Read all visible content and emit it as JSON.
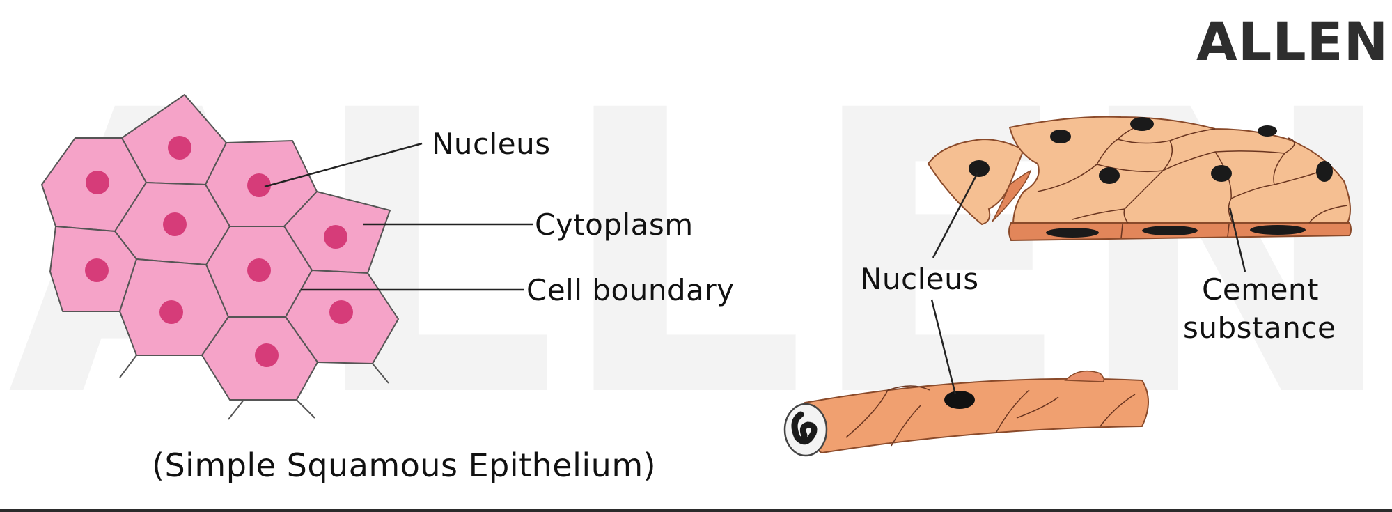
{
  "brand": {
    "text": "ALLEN",
    "color": "#2e2e2e",
    "watermark_text": "ALLEN"
  },
  "left_diagram": {
    "labels": {
      "nucleus": "Nucleus",
      "cytoplasm": "Cytoplasm",
      "cell_boundary": "Cell boundary"
    },
    "caption": "(Simple Squamous Epithelium)",
    "colors": {
      "cell_fill": "#f5a3c8",
      "nucleus_fill": "#d63c79",
      "outline": "#555555"
    }
  },
  "right_diagram": {
    "labels": {
      "nucleus": "Nucleus",
      "cement_line1": "Cement",
      "cement_line2": "substance"
    },
    "colors": {
      "cell_fill": "#f5bf92",
      "side_fill": "#e2865a",
      "nucleus_fill": "#1a1a1a",
      "outline": "#8a4a2a"
    }
  }
}
